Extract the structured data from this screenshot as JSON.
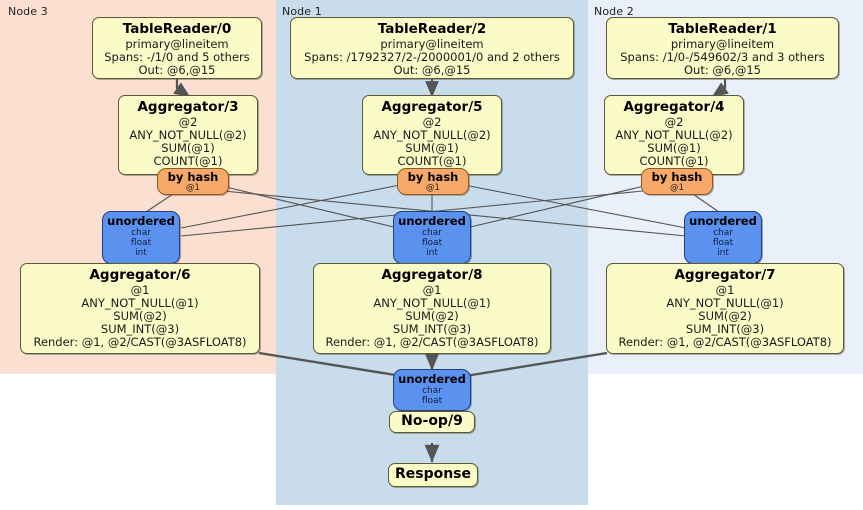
{
  "diagram": {
    "type": "distributed-query-plan",
    "colors": {
      "node3_panel": "#fbdfd0",
      "node1_panel": "#c9dcec",
      "node2_panel": "#e9f0f9",
      "processor_box": "#fbfbc8",
      "router_box": "#f7a96a",
      "sync_box": "#5b92f0",
      "edge": "#555555"
    }
  },
  "panels": [
    {
      "id": "node3",
      "label": "Node 3"
    },
    {
      "id": "node1",
      "label": "Node 1"
    },
    {
      "id": "node2",
      "label": "Node 2"
    }
  ],
  "processors": {
    "table_reader_0": {
      "title": "TableReader/0",
      "lines": [
        "primary@lineitem",
        "Spans: -/1/0 and 5 others",
        "Out: @6,@15"
      ]
    },
    "table_reader_2": {
      "title": "TableReader/2",
      "lines": [
        "primary@lineitem",
        "Spans: /1792327/2-/2000001/0 and 2 others",
        "Out: @6,@15"
      ]
    },
    "table_reader_1": {
      "title": "TableReader/1",
      "lines": [
        "primary@lineitem",
        "Spans: /1/0-/549602/3 and 3 others",
        "Out: @6,@15"
      ]
    },
    "aggregator_3": {
      "title": "Aggregator/3",
      "lines": [
        "@2",
        "ANY_NOT_NULL(@2)",
        "SUM(@1)",
        "COUNT(@1)"
      ]
    },
    "aggregator_5": {
      "title": "Aggregator/5",
      "lines": [
        "@2",
        "ANY_NOT_NULL(@2)",
        "SUM(@1)",
        "COUNT(@1)"
      ]
    },
    "aggregator_4": {
      "title": "Aggregator/4",
      "lines": [
        "@2",
        "ANY_NOT_NULL(@2)",
        "SUM(@1)",
        "COUNT(@1)"
      ]
    },
    "aggregator_6": {
      "title": "Aggregator/6",
      "lines": [
        "@1",
        "ANY_NOT_NULL(@1)",
        "SUM(@2)",
        "SUM_INT(@3)",
        "Render: @1, @2/CAST(@3ASFLOAT8)"
      ]
    },
    "aggregator_8": {
      "title": "Aggregator/8",
      "lines": [
        "@1",
        "ANY_NOT_NULL(@1)",
        "SUM(@2)",
        "SUM_INT(@3)",
        "Render: @1, @2/CAST(@3ASFLOAT8)"
      ]
    },
    "aggregator_7": {
      "title": "Aggregator/7",
      "lines": [
        "@1",
        "ANY_NOT_NULL(@1)",
        "SUM(@2)",
        "SUM_INT(@3)",
        "Render: @1, @2/CAST(@3ASFLOAT8)"
      ]
    },
    "noop_9": {
      "title": "No-op/9",
      "lines": []
    },
    "response": {
      "title": "Response",
      "lines": []
    }
  },
  "routers": {
    "hash_left": {
      "title": "by hash",
      "detail": "@1"
    },
    "hash_center": {
      "title": "by hash",
      "detail": "@1"
    },
    "hash_right": {
      "title": "by hash",
      "detail": "@1"
    }
  },
  "syncs": {
    "unordered_left": {
      "title": "unordered",
      "types": [
        "char",
        "float",
        "int"
      ]
    },
    "unordered_center": {
      "title": "unordered",
      "types": [
        "char",
        "float",
        "int"
      ]
    },
    "unordered_right": {
      "title": "unordered",
      "types": [
        "char",
        "float",
        "int"
      ]
    },
    "unordered_final": {
      "title": "unordered",
      "types": [
        "char",
        "float"
      ]
    }
  }
}
